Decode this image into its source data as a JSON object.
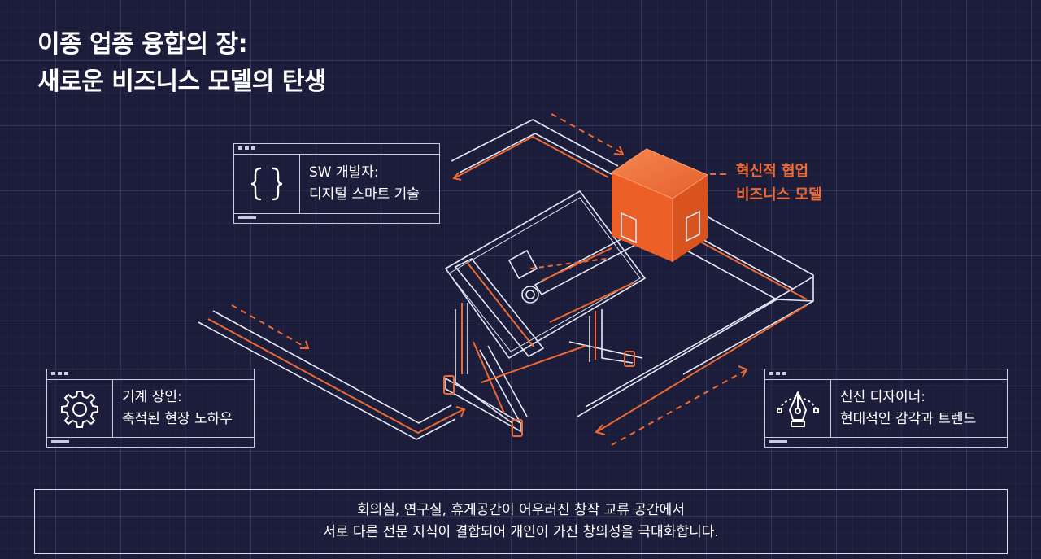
{
  "title": {
    "line1": "이종 업종 융합의 장:",
    "line2": "새로운 비즈니스 모델의 탄생"
  },
  "highlight": {
    "line1": "혁신적 협업",
    "line2": "비즈니스 모델",
    "color": "#ef6a33"
  },
  "cards": [
    {
      "id": "sw-developer",
      "icon": "curly-braces-icon",
      "line1": "SW 개발자:",
      "line2": "디지털 스마트 기술"
    },
    {
      "id": "machine-craftsman",
      "icon": "gear-icon",
      "line1": "기계 장인:",
      "line2": "축적된 현장 노하우"
    },
    {
      "id": "young-designer",
      "icon": "pen-tool-icon",
      "line1": "신진 디자이너:",
      "line2": "현대적인 감각과 트렌드"
    }
  ],
  "bottom": {
    "line1": "회의실, 연구실, 휴게공간이 어우러진 창작 교류 공간에서",
    "line2": "서로 다른 전문 지식이 결합되어 개인이 가진 창의성을 극대화합니다."
  },
  "colors": {
    "background": "#1c1d3b",
    "accent": "#ef6a33",
    "line": "#e6e8f5"
  }
}
